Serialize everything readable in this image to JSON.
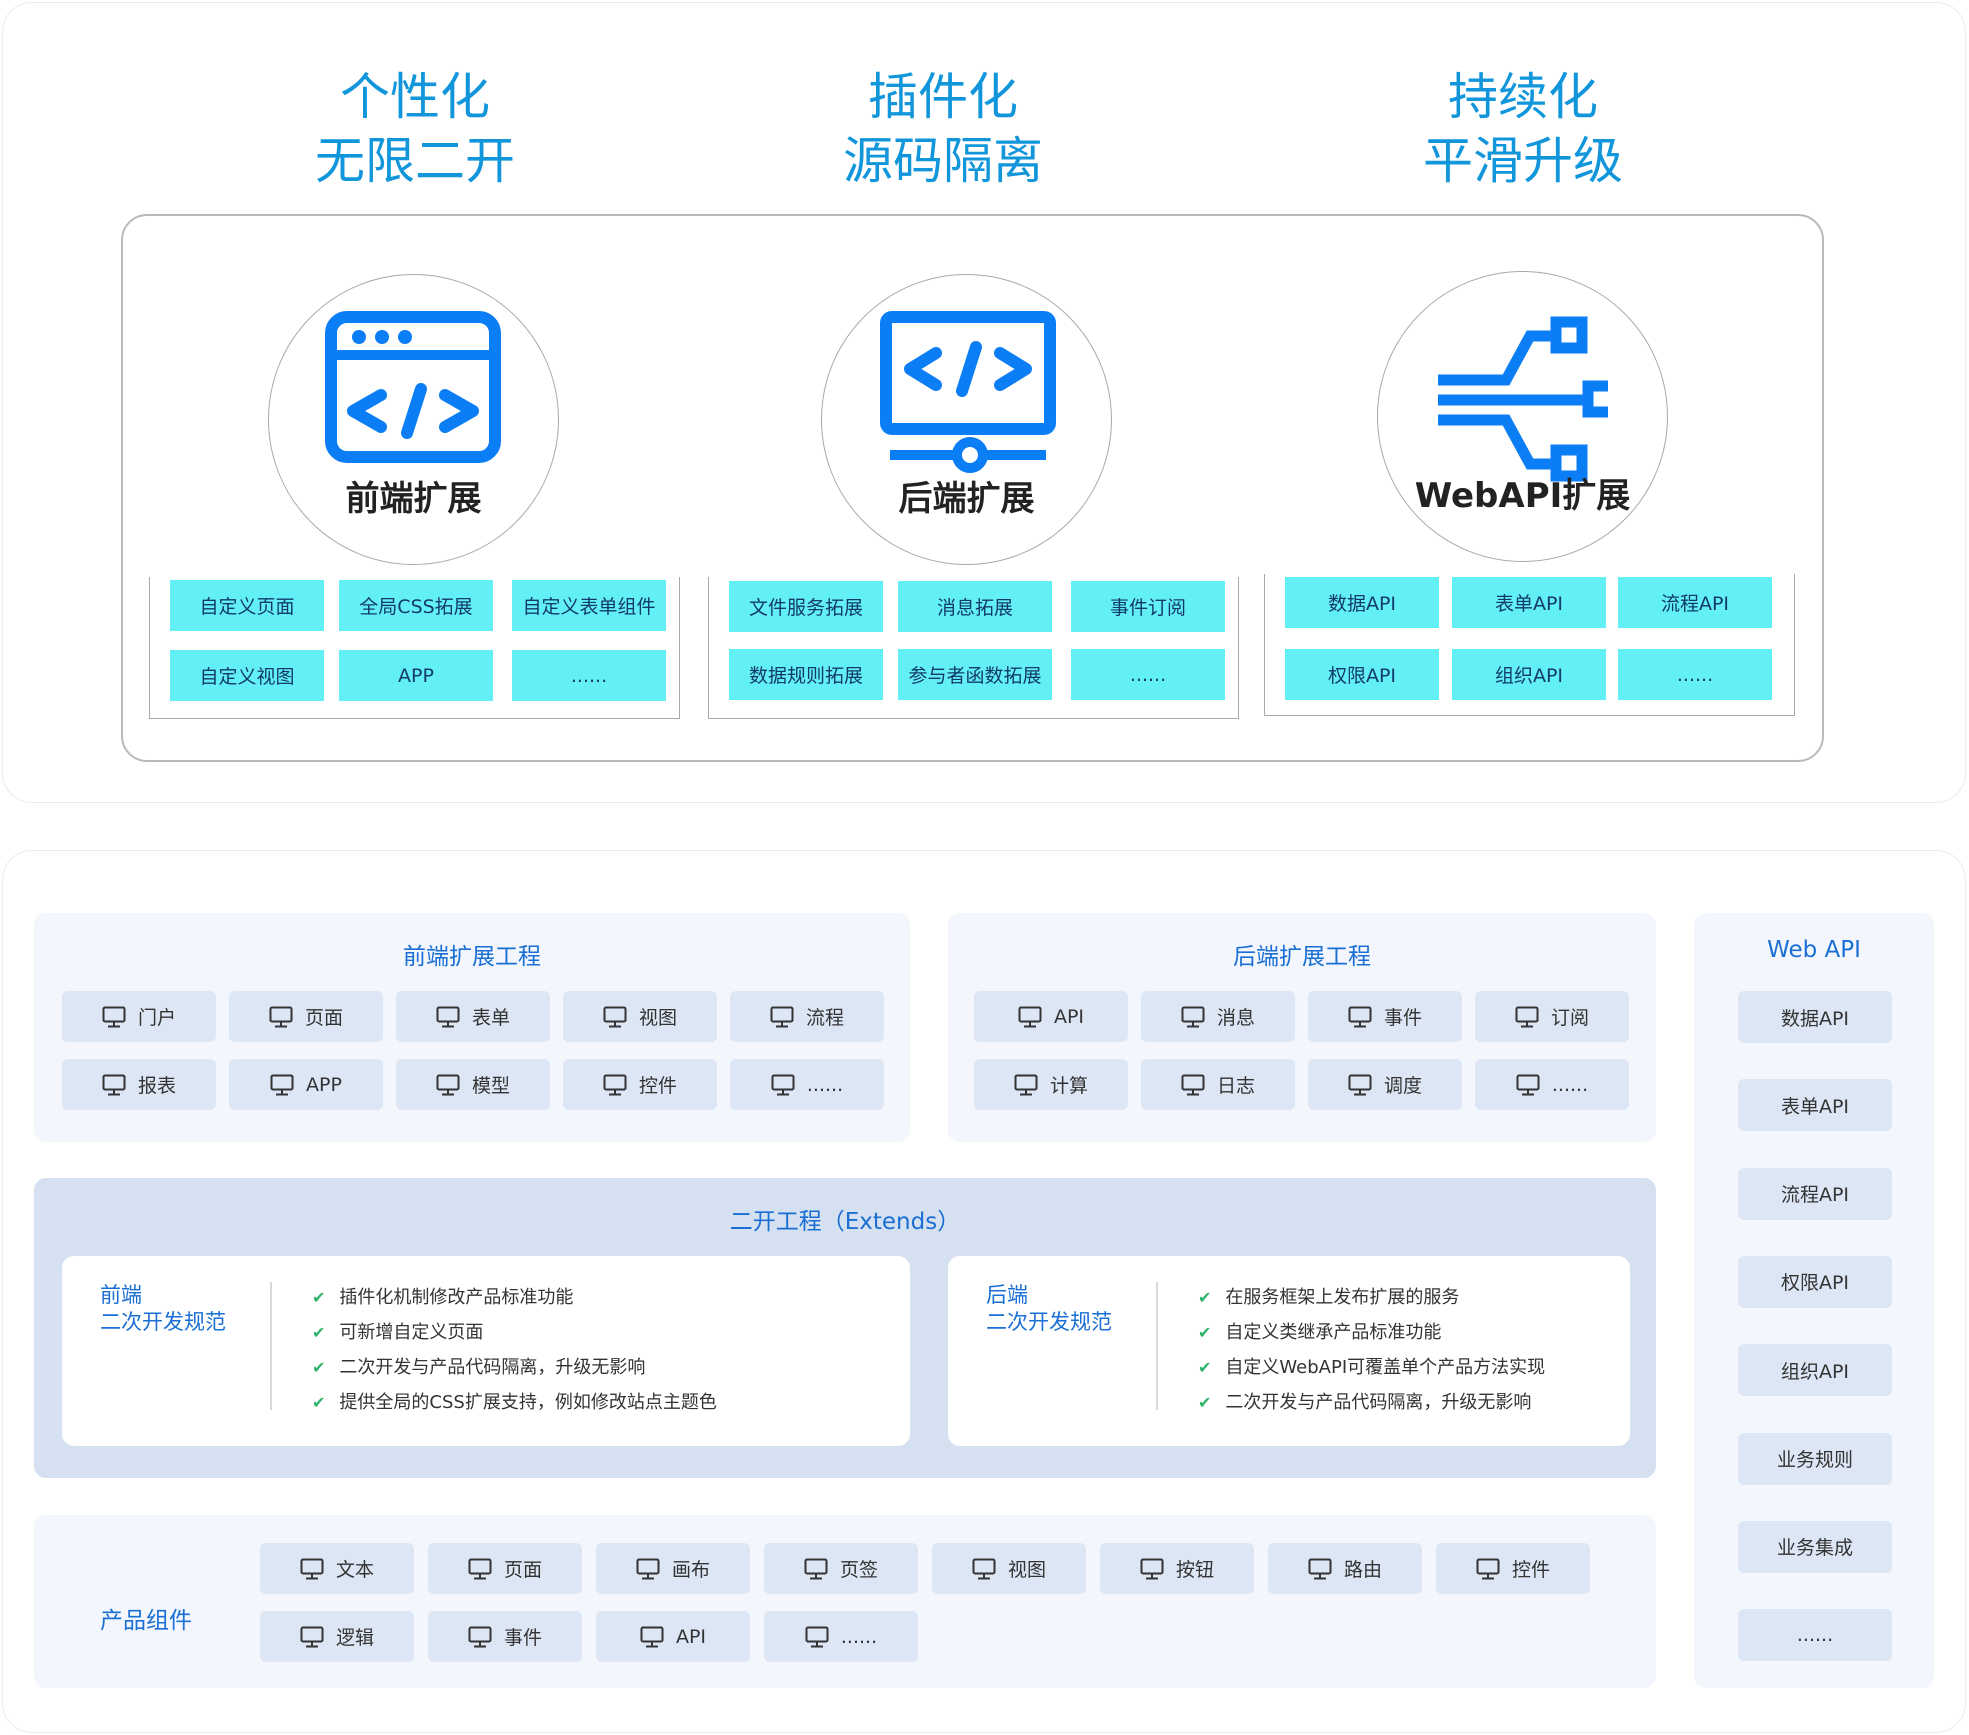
{
  "headlines": [
    {
      "line1": "个性化",
      "line2": "无限二开"
    },
    {
      "line1": "插件化",
      "line2": "源码隔离"
    },
    {
      "line1": "持续化",
      "line2": "平滑升级"
    }
  ],
  "extensions": [
    {
      "label": "前端扩展",
      "icon": "browser-code-icon",
      "tiles": [
        "自定义页面",
        "全局CSS拓展",
        "自定义表单组件",
        "自定义视图",
        "APP",
        "......"
      ]
    },
    {
      "label": "后端扩展",
      "icon": "monitor-code-icon",
      "tiles": [
        "文件服务拓展",
        "消息拓展",
        "事件订阅",
        "数据规则拓展",
        "参与者函数拓展",
        "......"
      ]
    },
    {
      "label": "WebAPI扩展",
      "icon": "network-branch-icon",
      "tiles": [
        "数据API",
        "表单API",
        "流程API",
        "权限API",
        "组织API",
        "......"
      ]
    }
  ],
  "frontend_project": {
    "title": "前端扩展工程",
    "items": [
      "门户",
      "页面",
      "表单",
      "视图",
      "流程",
      "报表",
      "APP",
      "模型",
      "控件",
      "......"
    ]
  },
  "backend_project": {
    "title": "后端扩展工程",
    "items": [
      "API",
      "消息",
      "事件",
      "订阅",
      "计算",
      "日志",
      "调度",
      "......"
    ]
  },
  "extends_project": {
    "title": "二开工程（Extends）",
    "frontend": {
      "head1": "前端",
      "head2": "二次开发规范",
      "points": [
        "插件化机制修改产品标准功能",
        "可新增自定义页面",
        "二次开发与产品代码隔离，升级无影响",
        "提供全局的CSS扩展支持，例如修改站点主题色"
      ]
    },
    "backend": {
      "head1": "后端",
      "head2": "二次开发规范",
      "points": [
        "在服务框架上发布扩展的服务",
        "自定义类继承产品标准功能",
        "自定义WebAPI可覆盖单个产品方法实现",
        "二次开发与产品代码隔离，升级无影响"
      ]
    }
  },
  "product_components": {
    "title": "产品组件",
    "items": [
      "文本",
      "页面",
      "画布",
      "页签",
      "视图",
      "按钮",
      "路由",
      "控件",
      "逻辑",
      "事件",
      "API",
      "......"
    ]
  },
  "web_api": {
    "title": "Web API",
    "items": [
      "数据API",
      "表单API",
      "流程API",
      "权限API",
      "组织API",
      "业务规则",
      "业务集成",
      "......"
    ]
  },
  "colors": {
    "accent": "#1296db",
    "icon_blue": "#0b7df5",
    "tile_cyan": "#63f0f4",
    "chip_bg": "#dde6f4",
    "section_bg": "#f3f6fc",
    "extends_bg": "#d5e0f1"
  }
}
